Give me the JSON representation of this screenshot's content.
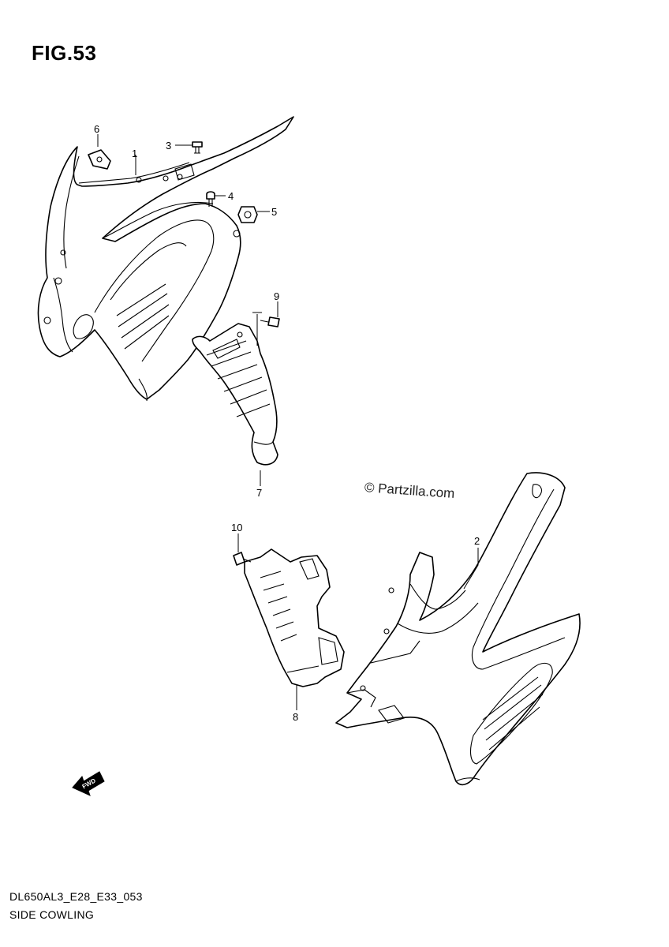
{
  "figure": {
    "title": "FIG.53",
    "code": "DL650AL3_E28_E33_053",
    "name": "SIDE COWLING",
    "watermark": "© Partzilla.com",
    "fwd_label": "FWD"
  },
  "callouts": [
    {
      "id": "1",
      "label": "1"
    },
    {
      "id": "2",
      "label": "2"
    },
    {
      "id": "3",
      "label": "3"
    },
    {
      "id": "4",
      "label": "4"
    },
    {
      "id": "5",
      "label": "5"
    },
    {
      "id": "6",
      "label": "6"
    },
    {
      "id": "7",
      "label": "7"
    },
    {
      "id": "8",
      "label": "8"
    },
    {
      "id": "9",
      "label": "9"
    },
    {
      "id": "10",
      "label": "10"
    }
  ],
  "icons": [
    "fwd-arrow-icon",
    "copyright-icon"
  ]
}
